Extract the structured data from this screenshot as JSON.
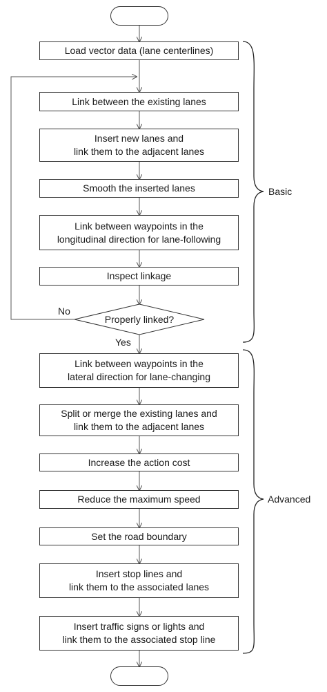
{
  "flowchart": {
    "steps": [
      "Load vector data (lane centerlines)",
      "Link between the existing lanes",
      "Insert new lanes and\nlink them to the adjacent lanes",
      "Smooth the inserted lanes",
      "Link between waypoints in the\nlongitudinal direction for lane-following",
      "Inspect linkage",
      "Link between waypoints in the\nlateral direction for lane-changing",
      "Split or merge the existing lanes and\nlink them to the adjacent lanes",
      "Increase the action cost",
      "Reduce the maximum speed",
      "Set the road boundary",
      "Insert stop lines and\nlink them to the associated lanes",
      "Insert traffic signs or lights and\nlink them to the associated stop line"
    ],
    "decision": {
      "text": "Properly linked?",
      "no_label": "No",
      "yes_label": "Yes"
    },
    "groups": {
      "basic": "Basic",
      "advanced": "Advanced"
    }
  }
}
